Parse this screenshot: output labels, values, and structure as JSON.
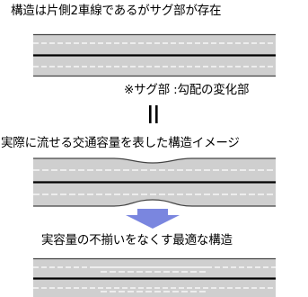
{
  "title_top": "構造は片側2車線であるがサグ部が存在",
  "note_sag": "※サグ部 :勾配の変化部",
  "title_middle": "実際に流せる交通容量を表した構造イメージ",
  "title_bottom": "実容量の不揃いをなくす最適な構造",
  "colors": {
    "road_fill": "#cfcfcf",
    "edge_line": "#444444",
    "median_line": "#000000",
    "lane_marking": "#ffffff",
    "arrow": "#7a86df"
  }
}
